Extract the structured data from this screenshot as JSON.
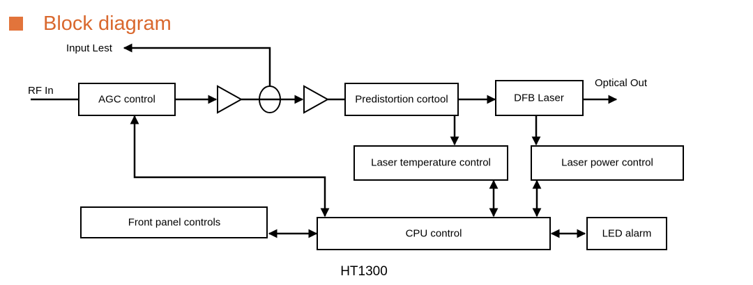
{
  "heading": {
    "title": "Block diagram"
  },
  "colors": {
    "accent": "#d9682e",
    "bullet": "#e2743b",
    "line": "#000000"
  },
  "labels": {
    "input_test": "Input Lest",
    "rf_in": "RF In",
    "optical_out": "Optical Out"
  },
  "blocks": {
    "agc": "AGC control",
    "predistortion": "Predistortion cortool",
    "dfb_laser": "DFB Laser",
    "laser_temp": "Laser temperature control",
    "laser_power": "Laser power control",
    "front_panel": "Front panel controls",
    "cpu": "CPU control",
    "led_alarm": "LED alarm"
  },
  "caption": "HT1300"
}
